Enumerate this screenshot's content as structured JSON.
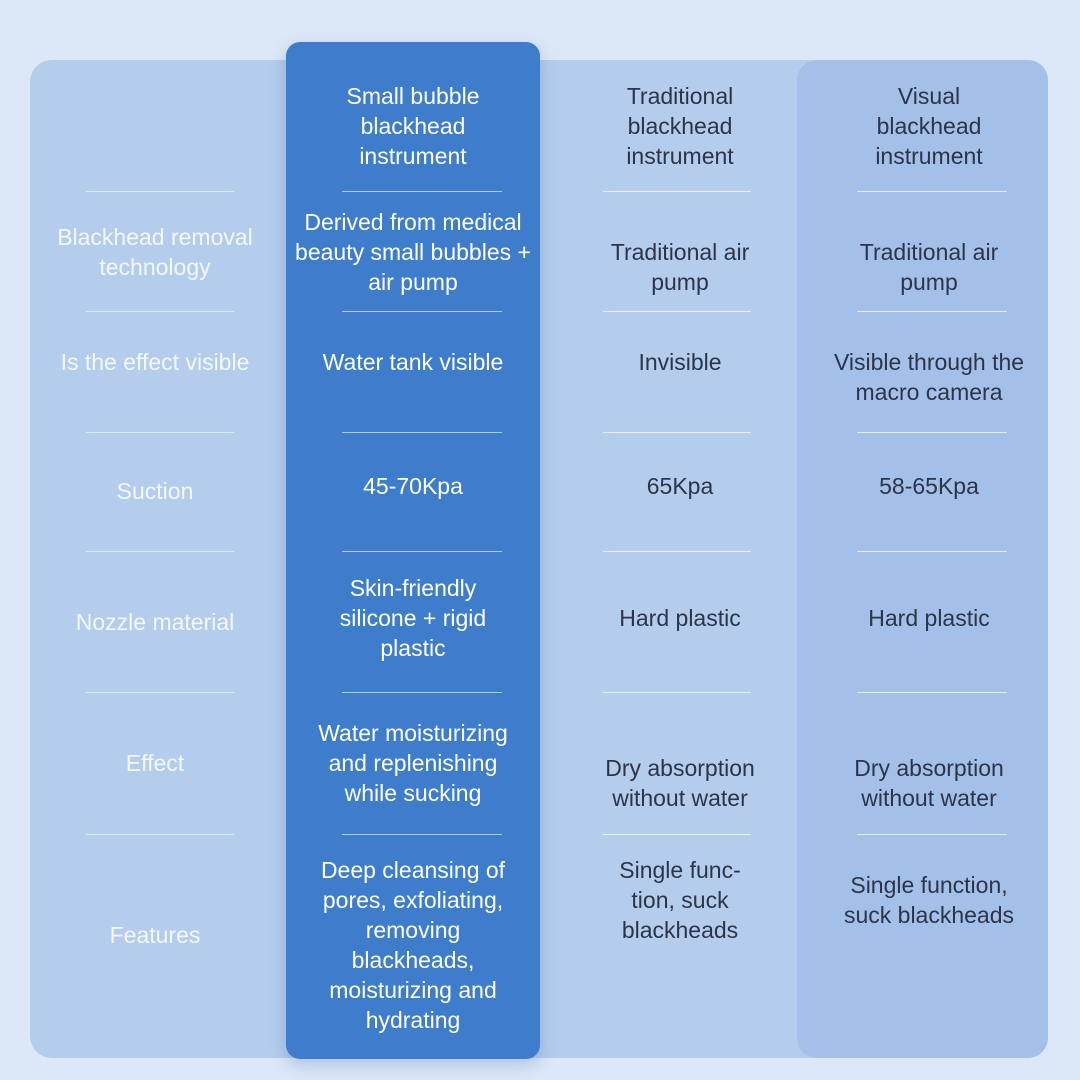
{
  "headers": {
    "col2": "Small bubble blackhead instrument",
    "col3": "Traditional blackhead instrument",
    "col4": "Visual blackhead instrument"
  },
  "rows": [
    {
      "label": "Blackhead removal technology",
      "col2": "Derived from medical beauty small bubbles + air pump",
      "col3": "Traditional air pump",
      "col4": "Traditional air pump"
    },
    {
      "label": "Is the effect visible",
      "col2": "Water tank visible",
      "col3": "Invisible",
      "col4": "Visible through the macro camera"
    },
    {
      "label": "Suction",
      "col2": "45-70Kpa",
      "col3": "65Kpa",
      "col4": "58-65Kpa"
    },
    {
      "label": "Nozzle material",
      "col2": "Skin-friendly silicone + rigid plastic",
      "col3": "Hard plastic",
      "col4": "Hard plastic"
    },
    {
      "label": "Effect",
      "col2": "Water moisturizing and replenishing while sucking",
      "col3": "Dry absorption without water",
      "col4": "Dry absorption without water"
    },
    {
      "label": "Features",
      "col2": "Deep cleansing of pores, exfoliating, removing blackheads, moisturizing and hydrating",
      "col3": "Single func- tion, suck blackheads",
      "col4": "Single function, suck blackheads"
    }
  ],
  "colors": {
    "background": "#dce8f8",
    "table": "#b4cdec",
    "highlight_column": "#3d7dcb",
    "visual_column": "#a3c0e9",
    "dark_text": "#2d3447"
  }
}
